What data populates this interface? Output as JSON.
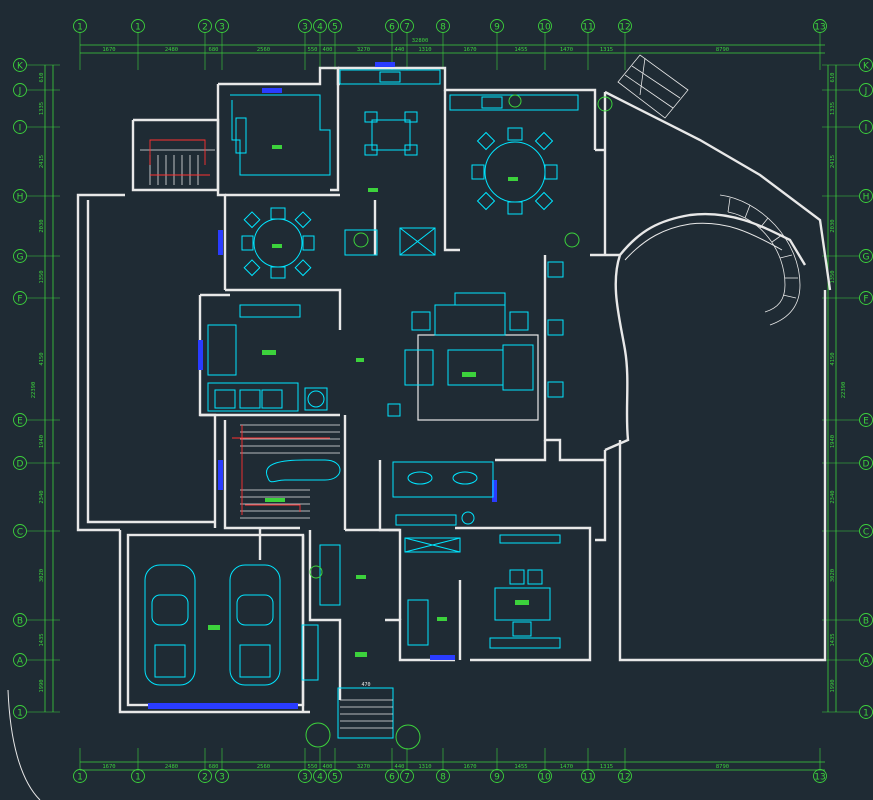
{
  "colors": {
    "background": "#1f2b34",
    "wall": "#e8e8e8",
    "furniture": "#00e5ff",
    "dimension": "#3cd23c",
    "stair_red": "#ff3030",
    "accent_blue": "#2a3cff"
  },
  "grid_top": [
    "1",
    "1",
    "2",
    "3",
    "3",
    "4",
    "5",
    "6",
    "7",
    "8",
    "9",
    "10",
    "11",
    "12",
    "13"
  ],
  "grid_side": [
    "K",
    "J",
    "I",
    "H",
    "G",
    "F",
    "E",
    "D",
    "C",
    "B",
    "A",
    "1"
  ],
  "dims_top": [
    "1670",
    "2480",
    "680",
    "2560",
    "550",
    "400",
    "3270",
    "440",
    "1310",
    "1670",
    "1455",
    "1470",
    "1315",
    "8790"
  ],
  "dims_top_total": "32800",
  "dims_left": [
    "610",
    "1335",
    "2415",
    "2030",
    "1350",
    "4150",
    "1940",
    "2340",
    "3020",
    "1435",
    "1990"
  ],
  "dims_left_total": "22390",
  "dims_right": [
    "610",
    "1335",
    "2415",
    "2030",
    "1350",
    "4150",
    "1940",
    "2340",
    "3020",
    "1435",
    "1990"
  ],
  "dims_right_total": "22390",
  "dims_bottom": [
    "1670",
    "2480",
    "680",
    "2560",
    "550",
    "400",
    "3270",
    "440",
    "1310",
    "1670",
    "1455",
    "1470",
    "1315",
    "8790"
  ],
  "entry_label": "470"
}
